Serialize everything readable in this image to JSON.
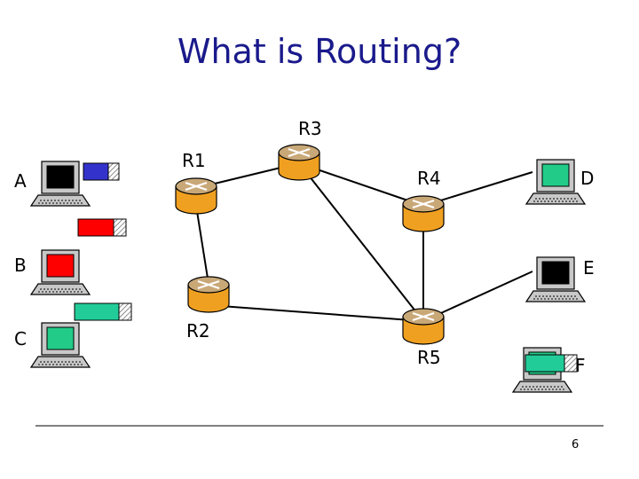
{
  "slide": {
    "title": "What is Routing?",
    "page_number": "6"
  },
  "routers": [
    {
      "id": "R1",
      "label": "R1"
    },
    {
      "id": "R2",
      "label": "R2"
    },
    {
      "id": "R3",
      "label": "R3"
    },
    {
      "id": "R4",
      "label": "R4"
    },
    {
      "id": "R5",
      "label": "R5"
    }
  ],
  "hosts": [
    {
      "id": "A",
      "label": "A",
      "screen_color": "#000000"
    },
    {
      "id": "B",
      "label": "B",
      "screen_color": "#ff0000"
    },
    {
      "id": "C",
      "label": "C",
      "screen_color": "#22cc88"
    },
    {
      "id": "D",
      "label": "D",
      "screen_color": "#22cc88"
    },
    {
      "id": "E",
      "label": "E",
      "screen_color": "#000000"
    },
    {
      "id": "F",
      "label": "F",
      "screen_color": "#22cc88"
    }
  ],
  "links": [
    [
      "R1",
      "R2"
    ],
    [
      "R1",
      "R3"
    ],
    [
      "R3",
      "R4"
    ],
    [
      "R3",
      "R5"
    ],
    [
      "R2",
      "R5"
    ],
    [
      "R4",
      "R5"
    ],
    [
      "R4",
      "D"
    ],
    [
      "R5",
      "E"
    ]
  ],
  "packets": [
    {
      "name": "packet-blue",
      "color": "#3333cc"
    },
    {
      "name": "packet-red",
      "color": "#ff0000"
    },
    {
      "name": "packet-teal-c",
      "color": "#22cc99"
    },
    {
      "name": "packet-teal-f",
      "color": "#22cc99"
    }
  ],
  "colors": {
    "title": "#1a1a8c",
    "router_body": "#f0a020",
    "router_top": "#c9a878",
    "computer_body": "#c8c8c8"
  }
}
